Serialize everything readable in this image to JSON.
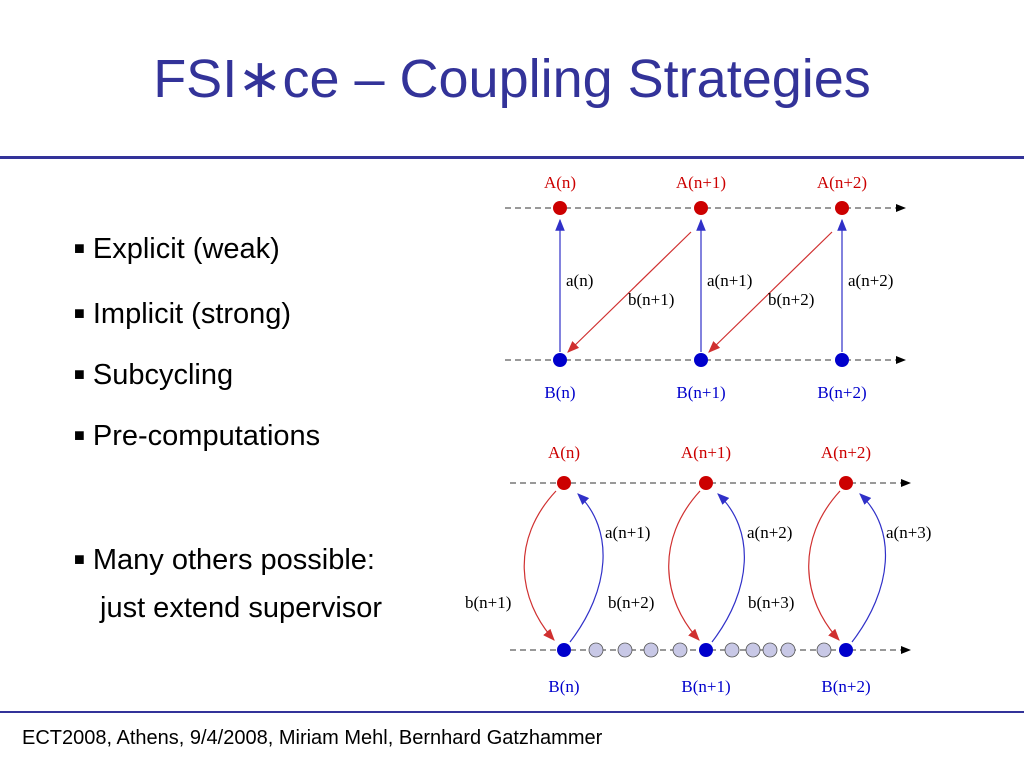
{
  "slide": {
    "title": "FSI∗ce – Coupling Strategies",
    "bullets": [
      "Explicit (weak)",
      "Implicit (strong)",
      "Subcycling",
      "Pre-computations",
      "Many others possible:"
    ],
    "bullet_continuation": "just extend supervisor",
    "footer": "ECT2008, Athens, 9/4/2008, Miriam Mehl, Bernhard Gatzhammer"
  },
  "diagram_top": {
    "a_labels": [
      "A(n)",
      "A(n+1)",
      "A(n+2)"
    ],
    "b_labels": [
      "B(n)",
      "B(n+1)",
      "B(n+2)"
    ],
    "up_arrow_labels": [
      "a(n)",
      "a(n+1)",
      "a(n+2)"
    ],
    "diag_arrow_labels": [
      "b(n+1)",
      "b(n+2)"
    ]
  },
  "diagram_bottom": {
    "a_labels": [
      "A(n)",
      "A(n+1)",
      "A(n+2)"
    ],
    "b_labels": [
      "B(n)",
      "B(n+1)",
      "B(n+2)"
    ],
    "blue_curve_labels": [
      "a(n+1)",
      "a(n+2)",
      "a(n+3)"
    ],
    "red_curve_labels": [
      "b(n+1)",
      "b(n+2)",
      "b(n+3)"
    ]
  },
  "colors": {
    "title": "#333399",
    "a_node": "#cc0000",
    "b_node": "#0000cc",
    "sub_node": "#c8c8e6",
    "red_arrow": "#d03030",
    "blue_arrow": "#3030c8"
  }
}
